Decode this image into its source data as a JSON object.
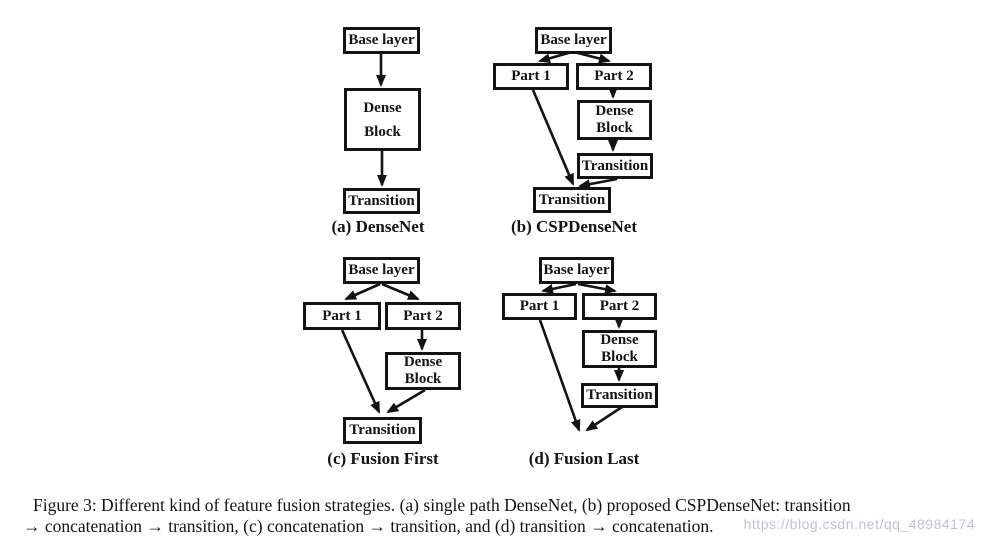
{
  "diagrams": {
    "a": {
      "label": "(a) DenseNet",
      "nodes": {
        "base": "Base layer",
        "dense": "Dense Block",
        "transition": "Transition"
      }
    },
    "b": {
      "label": "(b) CSPDenseNet",
      "nodes": {
        "base": "Base layer",
        "part1": "Part 1",
        "part2": "Part 2",
        "dense": "Dense Block",
        "transition_upper": "Transition",
        "transition_lower": "Transition"
      }
    },
    "c": {
      "label": "(c) Fusion First",
      "nodes": {
        "base": "Base layer",
        "part1": "Part 1",
        "part2": "Part 2",
        "dense": "Dense Block",
        "transition": "Transition"
      }
    },
    "d": {
      "label": "(d) Fusion Last",
      "nodes": {
        "base": "Base layer",
        "part1": "Part 1",
        "part2": "Part 2",
        "dense": "Dense Block",
        "transition": "Transition"
      }
    }
  },
  "caption": {
    "line1": "Figure 3: Different kind of feature fusion strategies. (a) single path DenseNet, (b) proposed CSPDenseNet: transition",
    "line2": "→ concatenation → transition, (c) concatenation → transition, and (d) transition → concatenation."
  },
  "watermark": "https://blog.csdn.net/qq_48984174",
  "colors": {
    "box_border": "#131313",
    "text": "#141414",
    "watermark": "#b7bccf",
    "background": "#ffffff"
  }
}
